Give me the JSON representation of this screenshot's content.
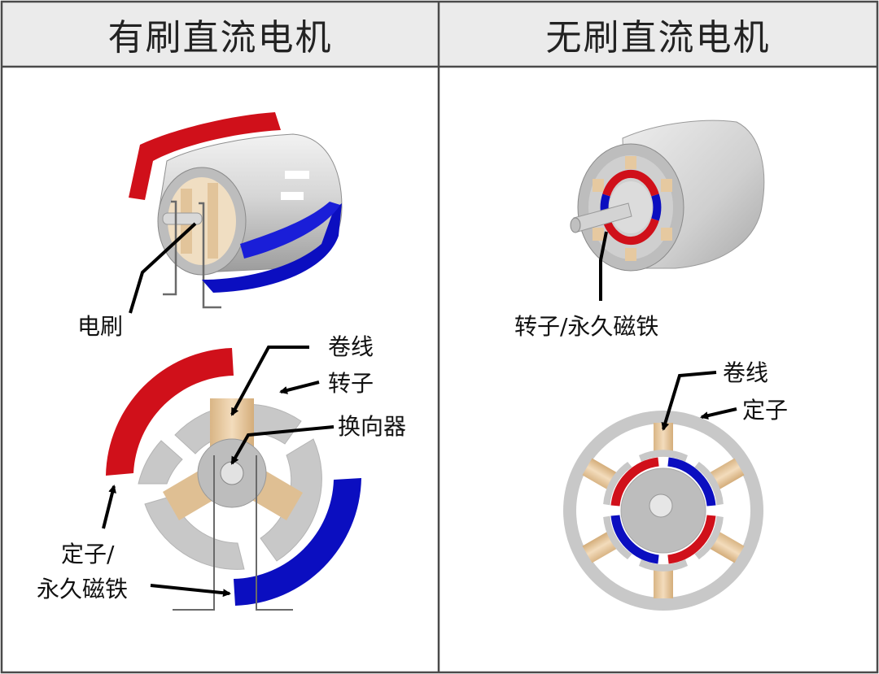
{
  "table": {
    "left_header": "有刷直流电机",
    "right_header": "无刷直流电机"
  },
  "brushed": {
    "label_brush": "电刷",
    "label_winding": "卷线",
    "label_rotor": "转子",
    "label_commutator": "换向器",
    "label_stator_line1": "定子/",
    "label_stator_line2": "永久磁铁"
  },
  "brushless": {
    "label_rotor_magnet": "转子/永久磁铁",
    "label_winding": "卷线",
    "label_stator": "定子"
  },
  "colors": {
    "north_pole": "#d0101a",
    "south_pole": "#0b0ec0",
    "winding": "#e8c9a0",
    "housing": "#c8c8c8",
    "frame": "#4a4a4a",
    "header_bg": "#ebebeb"
  }
}
